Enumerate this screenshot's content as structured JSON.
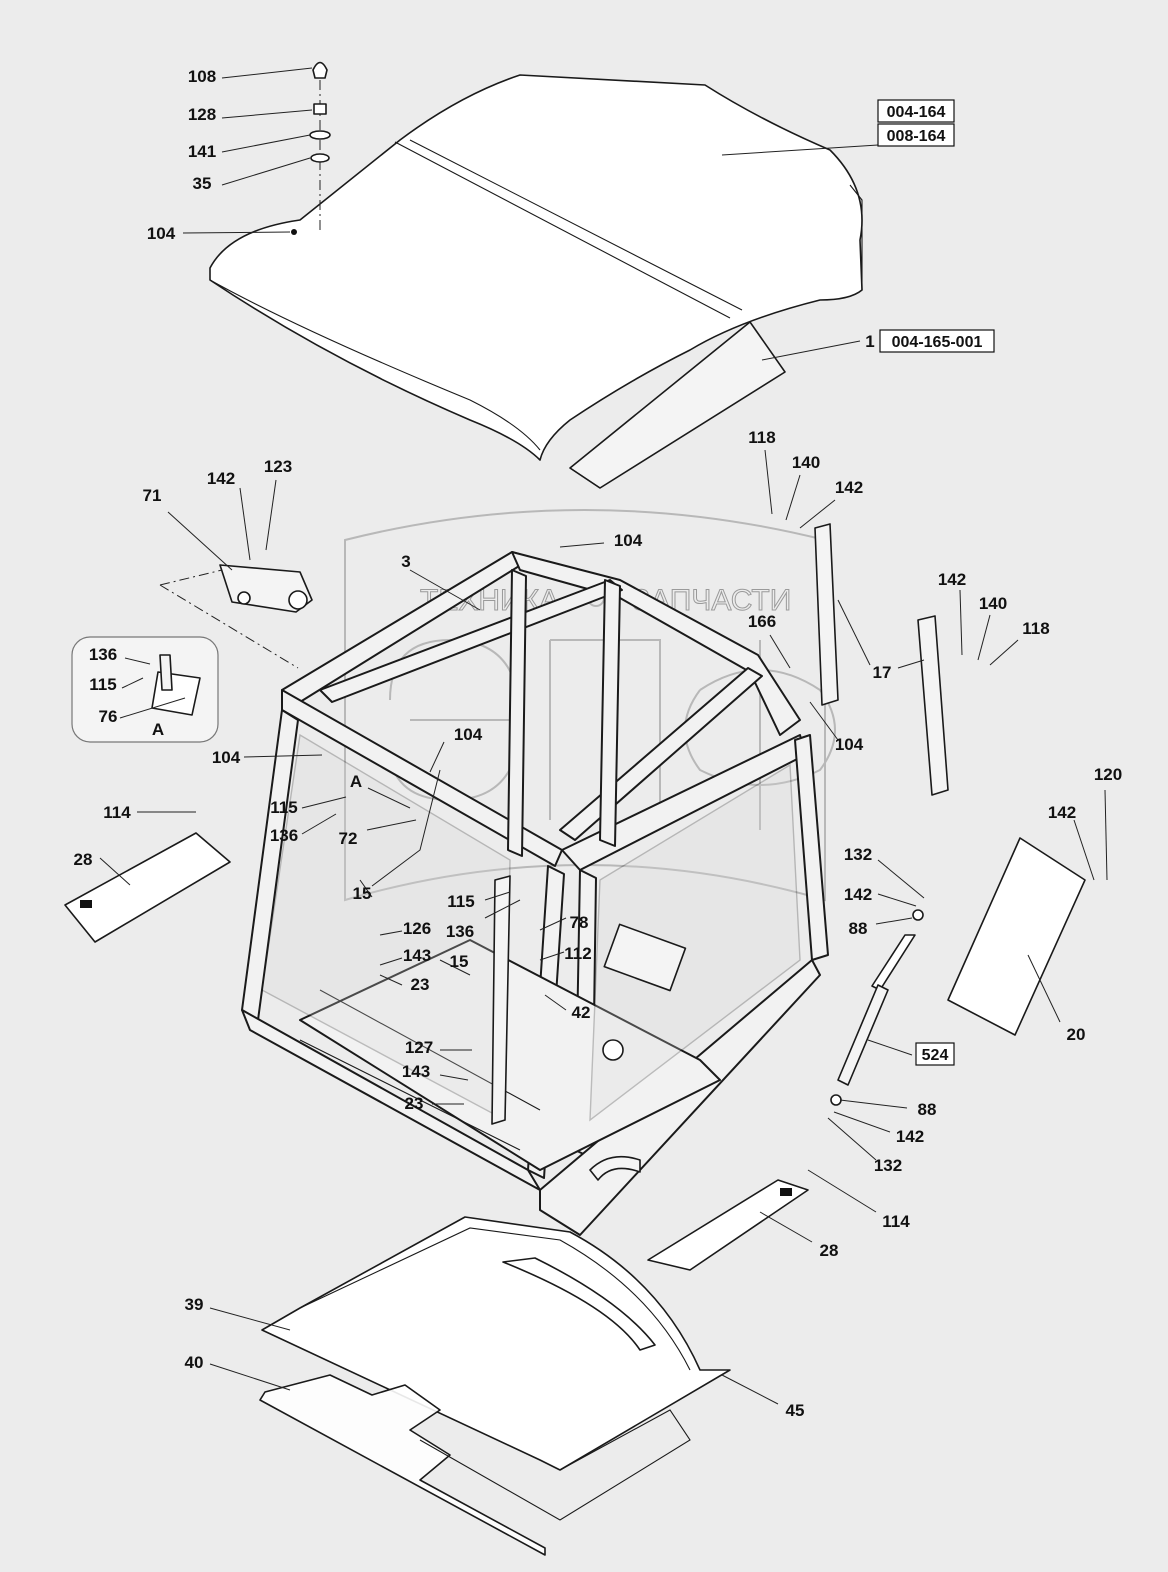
{
  "watermark": {
    "text_left": "ТЕХНИКА",
    "text_right": "ЗАПЧАСТИ"
  },
  "detail_view": {
    "label": "A"
  },
  "reference_boxes": [
    "004-164",
    "008-164",
    "004-165-001",
    "524"
  ],
  "callouts": [
    {
      "id": "c108",
      "text": "108"
    },
    {
      "id": "c128",
      "text": "128"
    },
    {
      "id": "c141",
      "text": "141"
    },
    {
      "id": "c35",
      "text": "35"
    },
    {
      "id": "c104a",
      "text": "104"
    },
    {
      "id": "c1",
      "text": "1"
    },
    {
      "id": "c118a",
      "text": "118"
    },
    {
      "id": "c140a",
      "text": "140"
    },
    {
      "id": "c142a",
      "text": "142"
    },
    {
      "id": "c104b",
      "text": "104"
    },
    {
      "id": "c3",
      "text": "3"
    },
    {
      "id": "c142b",
      "text": "142"
    },
    {
      "id": "c123",
      "text": "123"
    },
    {
      "id": "c71",
      "text": "71"
    },
    {
      "id": "c136a",
      "text": "136"
    },
    {
      "id": "c115a",
      "text": "115"
    },
    {
      "id": "c76",
      "text": "76"
    },
    {
      "id": "c166",
      "text": "166"
    },
    {
      "id": "c142c",
      "text": "142"
    },
    {
      "id": "c140b",
      "text": "140"
    },
    {
      "id": "c118b",
      "text": "118"
    },
    {
      "id": "c17",
      "text": "17"
    },
    {
      "id": "c104c",
      "text": "104"
    },
    {
      "id": "c104d",
      "text": "104"
    },
    {
      "id": "c104e",
      "text": "104"
    },
    {
      "id": "cA",
      "text": "A"
    },
    {
      "id": "c115b",
      "text": "115"
    },
    {
      "id": "c136b",
      "text": "136"
    },
    {
      "id": "c72",
      "text": "72"
    },
    {
      "id": "c114a",
      "text": "114"
    },
    {
      "id": "c28a",
      "text": "28"
    },
    {
      "id": "c15a",
      "text": "15"
    },
    {
      "id": "c115c",
      "text": "115"
    },
    {
      "id": "c136c",
      "text": "136"
    },
    {
      "id": "c78",
      "text": "78"
    },
    {
      "id": "c126",
      "text": "126"
    },
    {
      "id": "c143a",
      "text": "143"
    },
    {
      "id": "c15b",
      "text": "15"
    },
    {
      "id": "c112",
      "text": "112"
    },
    {
      "id": "c23a",
      "text": "23"
    },
    {
      "id": "c42",
      "text": "42"
    },
    {
      "id": "c127",
      "text": "127"
    },
    {
      "id": "c143b",
      "text": "143"
    },
    {
      "id": "c23b",
      "text": "23"
    },
    {
      "id": "c120",
      "text": "120"
    },
    {
      "id": "c142d",
      "text": "142"
    },
    {
      "id": "c132a",
      "text": "132"
    },
    {
      "id": "c142e",
      "text": "142"
    },
    {
      "id": "c88a",
      "text": "88"
    },
    {
      "id": "c20",
      "text": "20"
    },
    {
      "id": "c88b",
      "text": "88"
    },
    {
      "id": "c142f",
      "text": "142"
    },
    {
      "id": "c132b",
      "text": "132"
    },
    {
      "id": "c114b",
      "text": "114"
    },
    {
      "id": "c28b",
      "text": "28"
    },
    {
      "id": "c39",
      "text": "39"
    },
    {
      "id": "c40",
      "text": "40"
    },
    {
      "id": "c45",
      "text": "45"
    }
  ]
}
